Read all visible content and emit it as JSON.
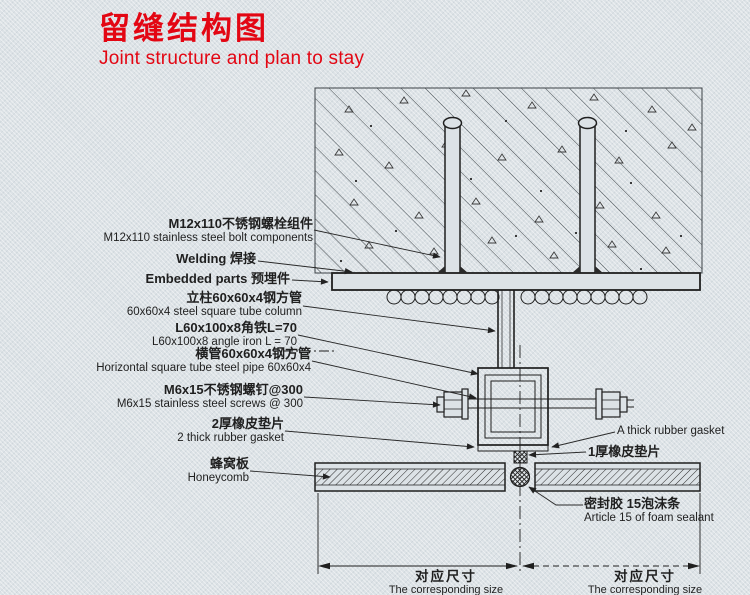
{
  "title": {
    "zh": "留缝结构图",
    "en": "Joint structure and plan to stay"
  },
  "left_labels": [
    {
      "zh": "M12x110不锈钢螺栓组件",
      "en": "M12x110 stainless steel bolt components"
    },
    {
      "zh": "Welding 焊接"
    },
    {
      "zh": "Embedded parts 预埋件"
    },
    {
      "zh": "立柱60x60x4钢方管",
      "en": "60x60x4 steel square tube column"
    },
    {
      "zh": "L60x100x8角铁L=70",
      "en": "L60x100x8 angle iron L = 70"
    },
    {
      "zh": "横管60x60x4钢方管",
      "en": "Horizontal square tube steel pipe 60x60x4"
    },
    {
      "zh": "M6x15不锈钢螺钉@300",
      "en": "M6x15 stainless steel screws @ 300"
    },
    {
      "zh": "2厚橡皮垫片",
      "en": "2 thick rubber gasket"
    },
    {
      "zh": "蜂窝板",
      "en": "Honeycomb"
    }
  ],
  "right_labels": {
    "gasket_en": "A thick rubber gasket",
    "gasket_zh": "1厚橡皮垫片",
    "sealant_zh": "密封胶 15泡沫条",
    "sealant_en": "Article 15 of foam sealant"
  },
  "dimensions": {
    "left": {
      "zh": "对应尺寸",
      "en": "The corresponding size"
    },
    "right": {
      "zh": "对应尺寸",
      "en": "The corresponding size"
    }
  },
  "colors": {
    "title_red": "#e30613",
    "ink": "#1f1f1f",
    "background": "#dce2e6"
  }
}
